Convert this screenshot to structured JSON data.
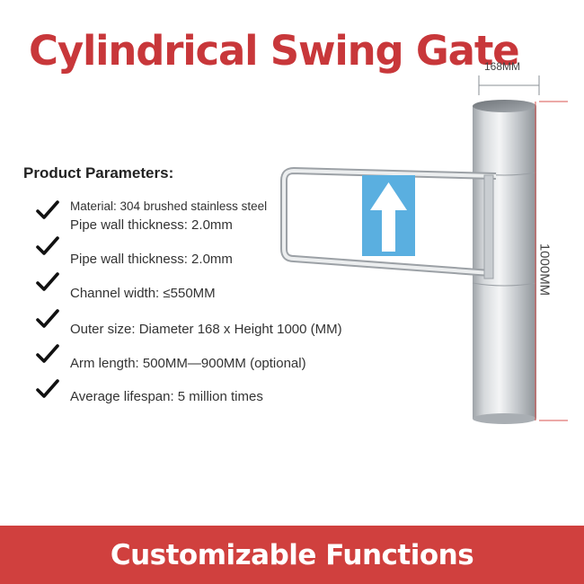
{
  "title": "Cylindrical Swing Gate",
  "parameters_heading": "Product Parameters:",
  "parameters": [
    {
      "line1": "Material: 304 brushed stainless steel",
      "line2": "Pipe wall thickness: 2.0mm"
    },
    {
      "line1": "Pipe wall thickness: 2.0mm"
    },
    {
      "line1": "Channel width: ≤550MM"
    },
    {
      "line1": "Outer size: Diameter 168 x Height 1000 (MM)"
    },
    {
      "line1": "Arm length: 500MM—900MM (optional)"
    },
    {
      "line1": "Average lifespan: 5 million times"
    }
  ],
  "dimensions": {
    "diameter": "168MM",
    "height": "1000MM"
  },
  "footer": "Customizable Functions",
  "colors": {
    "accent": "#c8373a",
    "footer_bg": "#d0403e",
    "arrow_panel": "#5aafe0",
    "dimension_line": "#d9534f"
  },
  "icons": {
    "check": "check-icon",
    "arrow": "arrow-up-icon"
  }
}
